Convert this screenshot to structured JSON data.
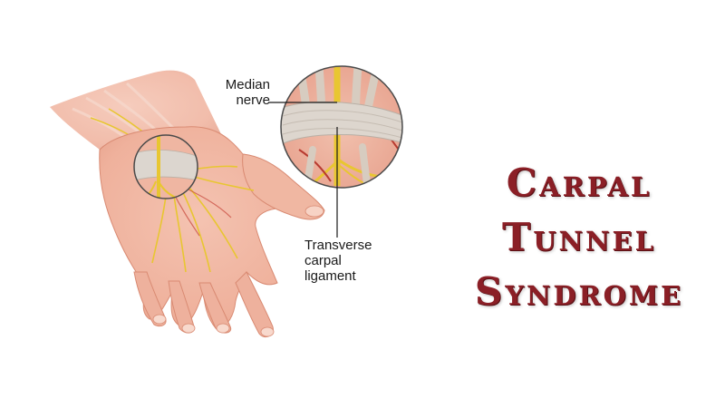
{
  "labels": {
    "median_nerve": "Median\nnerve",
    "transverse_ligament": "Transverse\ncarpal\nligament"
  },
  "title": {
    "line1": "Carpal",
    "line2": "Tunnel",
    "line3": "Syndrome"
  },
  "colors": {
    "title": "#8b1f26",
    "skin": "#f2b9a6",
    "nerve": "#e8c631",
    "ligament": "#d9d2c8",
    "tendon": "#c9bfb5"
  }
}
